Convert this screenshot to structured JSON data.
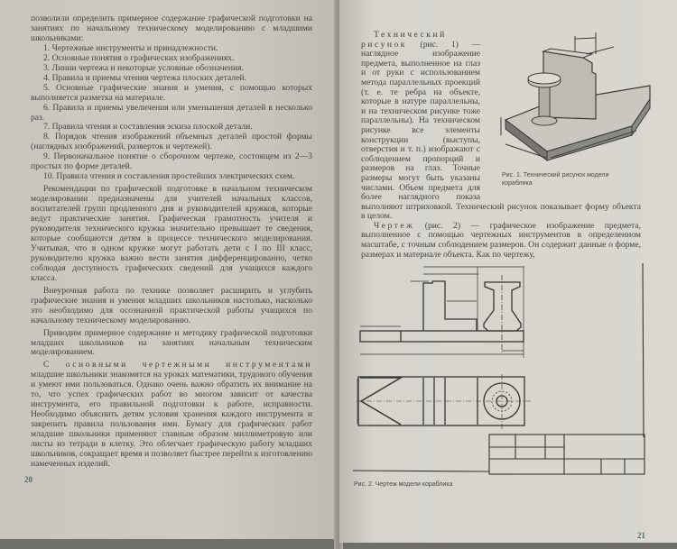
{
  "left_page": {
    "intro": "позволили определить примерное содержание графической подготовки на занятиях по начальному техническому моделированию с младшими школьниками:",
    "items": [
      "1. Чертежные инструменты и принадлежности.",
      "2. Основные понятия о графических изображениях.",
      "3. Линии чертежа и некоторые условные обозначения.",
      "4. Правила и приемы чтения чертежа плоских деталей.",
      "5. Основные графические знания и умения, с помощью которых выполняется разметка на материале.",
      "6. Правила и приемы увеличения или уменьшения деталей в несколько раз.",
      "7. Правила чтения и составления эскиза плоской детали.",
      "8. Порядок чтения изображений объемных деталей простой формы (наглядных изображений, разверток и чертежей).",
      "9. Первоначальное понятие о сборочном чертеже, состоящем из 2—3 простых по форме деталей.",
      "10. Правила чтения и составления простейших электрических схем."
    ],
    "paragraphs": [
      "Рекомендации по графической подготовке в начальном техническом моделировании предназначены для учителей начальных классов, воспитателей групп продленного дня и руководителей кружков, которые ведут практические занятия. Графическая грамотность учителя и руководителя технического кружка значительно превышает те сведения, которые сообщаются детям в процессе технического моделирования. Учитывая, что в одном кружке могут работать дети с I по III класс, руководителю кружка важно вести занятия дифференцированно, четко соблюдая доступность графических сведений для учащихся каждого класса.",
      "Внеурочная работа по технике позволяет расширить и углубить графические знания и умения младших школьников настолько, насколько это необходимо для осознанной практической работы учащихся по начальному техническому моделированию.",
      "Приводим примерное содержание и методику графической подготовки младших школьников на занятиях начальным техническим моделированием."
    ],
    "last_para_spaced": "С основными чертежными инструментами",
    "last_para_rest": " младшие школьники знакомятся на уроках математики, трудового обучения и умеют ими пользоваться. Однако очень важно обратить их внимание на то, что успех графических работ во многом зависит от качества инструмента, его правильной подготовки к работе, исправности. Необходимо объяснить детям условия хранения каждого инструмента и закрепить правила пользования ими. Бумагу для графических работ младшие школьники применяют главным образом миллиметровую или листы из тетради в клетку. Это облегчает графическую работу младших школьников, сокращает время и позволяет быстрее перейти к изготовлению намеченных изделий.",
    "page_number": "20"
  },
  "right_page": {
    "p1_spaced": "Технический рисунок",
    "p1_rest": " (рис. 1) — наглядное изображение предмета, выполненное на глаз и от руки с использованием метода параллельных проекций (т. е. те ребра на объекте, которые в натуре параллельны, и на техническом рисунке тоже параллельны). На техническом рисунке все элементы конструкции (выступы, отверстия и т. п.) изображают с соблюдением пропорций и размеров на глаз. Точные размеры могут быть указаны числами. Объем предмета",
    "p1_cont": "для более наглядного показа выполняют штриховкой. Технический рисунок показывает форму объекта в целом.",
    "p2_spaced": "Чертеж",
    "p2_rest": " (рис. 2) — графическое изображение предмета, выполненное с помощью чертежных инструментов в определенном масштабе, с точным соблюдением размеров. Он содержит данные о форме, размерах и материале объекта. Как по чертежу,",
    "fig1_caption": "Рис. 1. Технический рисунок модели кораблика",
    "fig2_caption": "Рис. 2. Чертеж модели кораблика",
    "page_number": "21"
  },
  "colors": {
    "paper": "#d8d6cf",
    "ink": "#444340",
    "page_number": "#4f6a66"
  }
}
